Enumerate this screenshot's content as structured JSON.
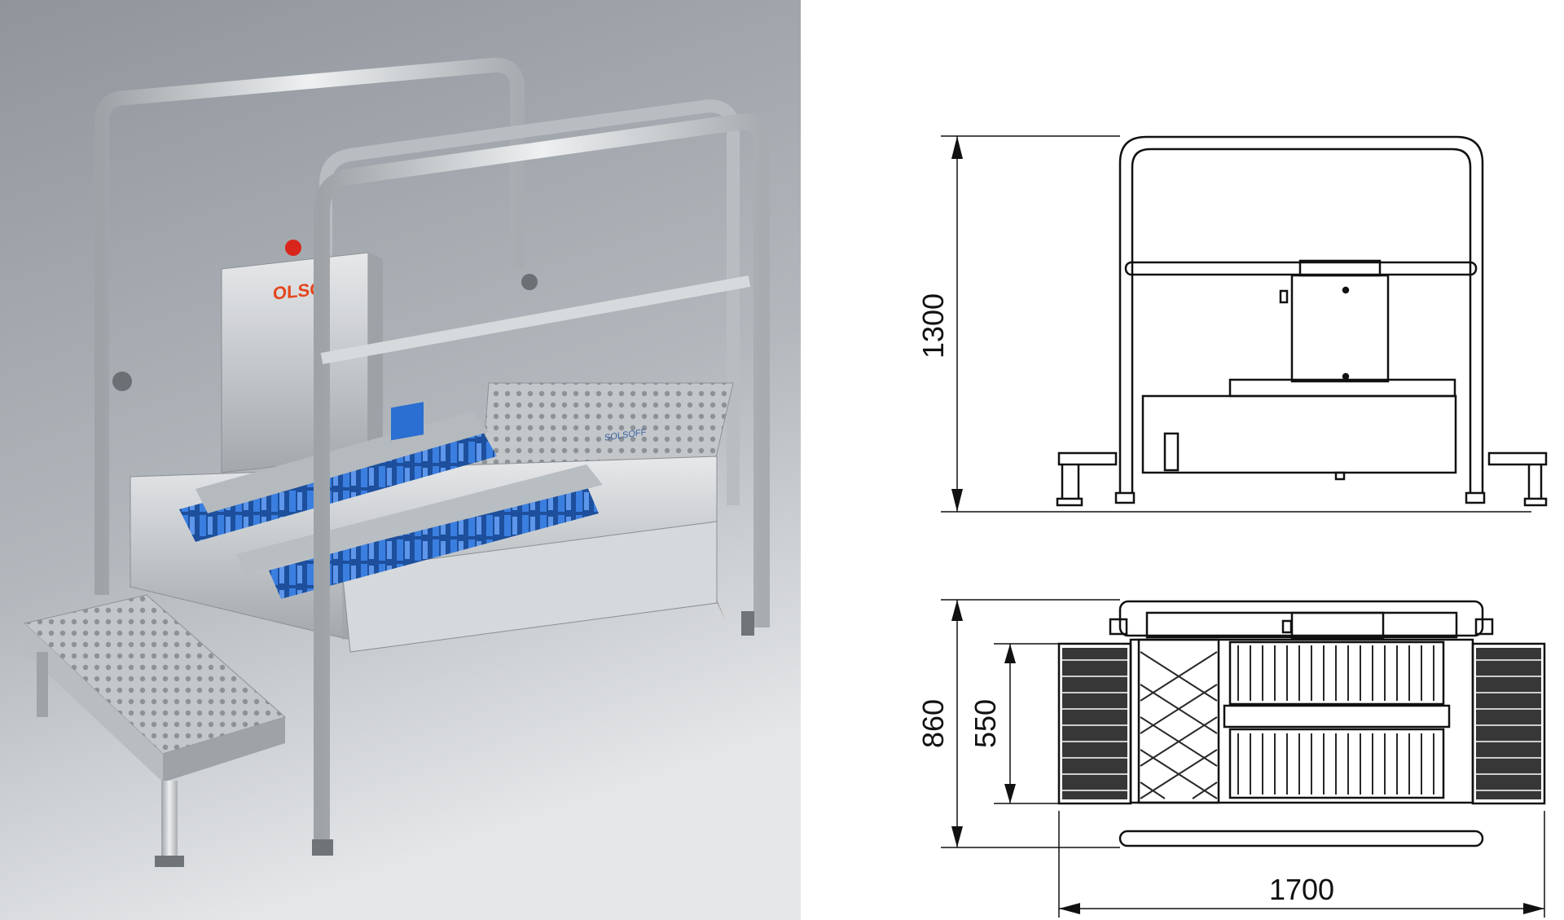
{
  "photo": {
    "brand_panel": "OLSO",
    "body_logo": "SOLSOFF"
  },
  "drawing": {
    "front_view": {
      "height_label": "1300"
    },
    "top_view": {
      "depth_outer_label": "860",
      "depth_inner_label": "550",
      "width_label": "1700"
    }
  },
  "colors": {
    "steel": "#c9cdd0",
    "brush_blue": "#2f6fd0",
    "background": "#a9aeb3",
    "button_red": "#d9261c",
    "line": "#111111"
  }
}
